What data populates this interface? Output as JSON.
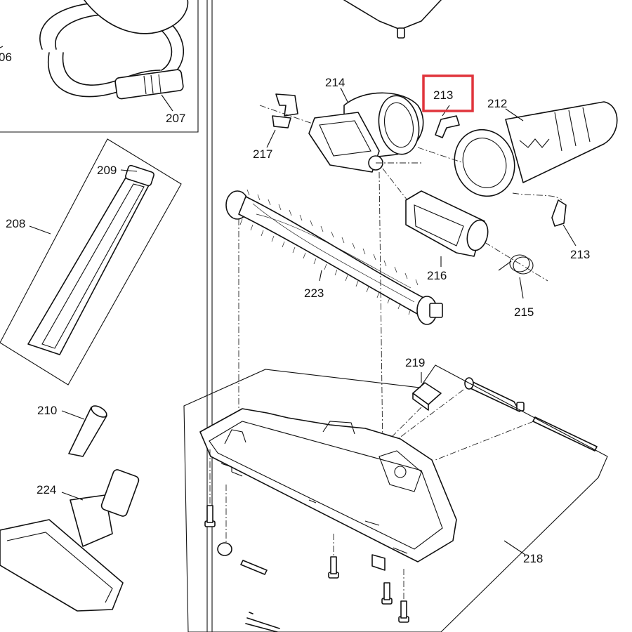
{
  "labels": {
    "p206": "06",
    "p207": "207",
    "p208": "208",
    "p209": "209",
    "p210": "210",
    "p212": "212",
    "p213a": "213",
    "p213b": "213",
    "p214": "214",
    "p215": "215",
    "p216": "216",
    "p217": "217",
    "p218": "218",
    "p219": "219",
    "p223": "223",
    "p224": "224"
  },
  "highlight": {
    "target": "213",
    "color": "#e0343c"
  }
}
